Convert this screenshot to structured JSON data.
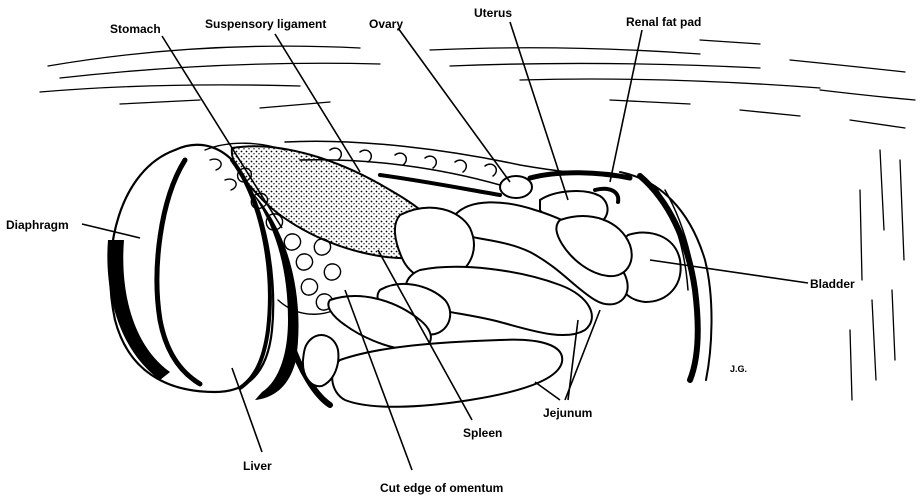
{
  "labels": {
    "stomach": "Stomach",
    "suspensory_ligament": "Suspensory ligament",
    "ovary": "Ovary",
    "uterus": "Uterus",
    "renal_fat_pad": "Renal fat pad",
    "diaphragm": "Diaphragm",
    "bladder": "Bladder",
    "spleen": "Spleen",
    "jejunum": "Jejunum",
    "liver": "Liver",
    "cut_edge_of_omentum": "Cut edge of omentum",
    "initials": "J.G."
  }
}
